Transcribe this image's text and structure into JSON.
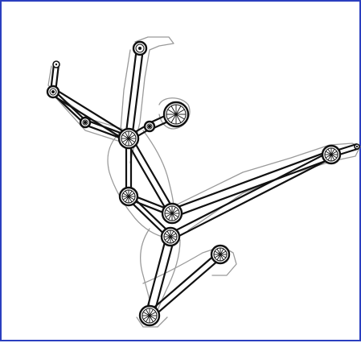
{
  "figure": {
    "frame_color": "#2b3fbf",
    "outline_color": "#9a9a9a",
    "link_color": "#111111",
    "pulley_fill": "#ffffff",
    "pulley_icon": "spoked-wheel",
    "pulley_count": 14,
    "link_count": 16
  }
}
